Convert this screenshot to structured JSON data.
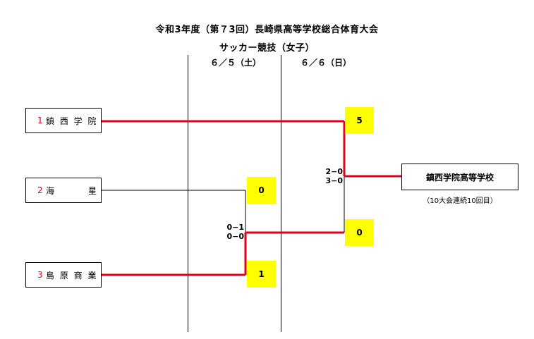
{
  "header": {
    "title": "令和3年度（第７3回）長崎県高等学校総合体育大会",
    "subtitle": "サッカー競技（女子）"
  },
  "dates": [
    "６／５（土）",
    "６／６（日）"
  ],
  "teams": [
    {
      "seed": "1",
      "name": "鎮 西 学 院"
    },
    {
      "seed": "2",
      "name_left": "海",
      "name_right": "星"
    },
    {
      "seed": "3",
      "name": "島 原 商 業"
    }
  ],
  "scores": {
    "semi_kaisei": "0",
    "semi_shimabara": "1",
    "final_chinzei": "5",
    "final_shimabara": "0"
  },
  "results": {
    "semi": [
      "0−1",
      "0−0"
    ],
    "final": [
      "2−0",
      "3−0"
    ]
  },
  "champion": {
    "name": "鎮西学院高等学校",
    "note": "（10大会連続10回目）"
  },
  "colors": {
    "win_line": "#e0001b",
    "score_box": "#ffff00",
    "seed": "#e0001b"
  }
}
